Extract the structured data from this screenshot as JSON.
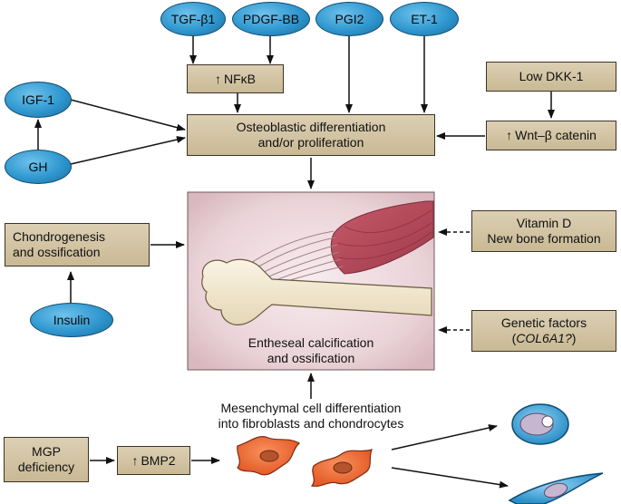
{
  "ovals": {
    "tgf": "TGF-β1",
    "pdgf": "PDGF-BB",
    "pgi2": "PGI2",
    "et1": "ET-1",
    "igf1": "IGF-1",
    "gh": "GH",
    "insulin": "Insulin"
  },
  "boxes": {
    "nfkb": {
      "arrow": "↑",
      "text": "NFκB"
    },
    "osteo": {
      "line1": "Osteoblastic differentiation",
      "line2": "and/or proliferation"
    },
    "dkk": "Low DKK-1",
    "wnt": {
      "arrow": "↑",
      "text": "Wnt–β catenin"
    },
    "chondro": {
      "line1": "Chondrogenesis",
      "line2": "and ossification"
    },
    "vitd": {
      "line1": "Vitamin D",
      "line2": "New bone formation"
    },
    "genetic": {
      "line1": "Genetic factors",
      "line2_open": "(",
      "line2_italic": "COL6A1?",
      "line2_close": ")"
    },
    "mgp": {
      "line1": "MGP",
      "line2": "deficiency"
    },
    "bmp2": {
      "arrow": "↑",
      "text": "BMP2"
    }
  },
  "center": {
    "line1": "Entheseal calcification",
    "line2": "and ossification"
  },
  "mesenchymal": {
    "line1": "Mesenchymal cell differentiation",
    "line2": "into fibroblasts and chondrocytes"
  },
  "colors": {
    "box_fill": "#d4c5a3",
    "oval_fill": "#2f97cf",
    "center_fill": "#ebd5d9",
    "muscle": "#b34a5a",
    "cell_orange": "#ee6b38",
    "arrow": "#111111"
  }
}
